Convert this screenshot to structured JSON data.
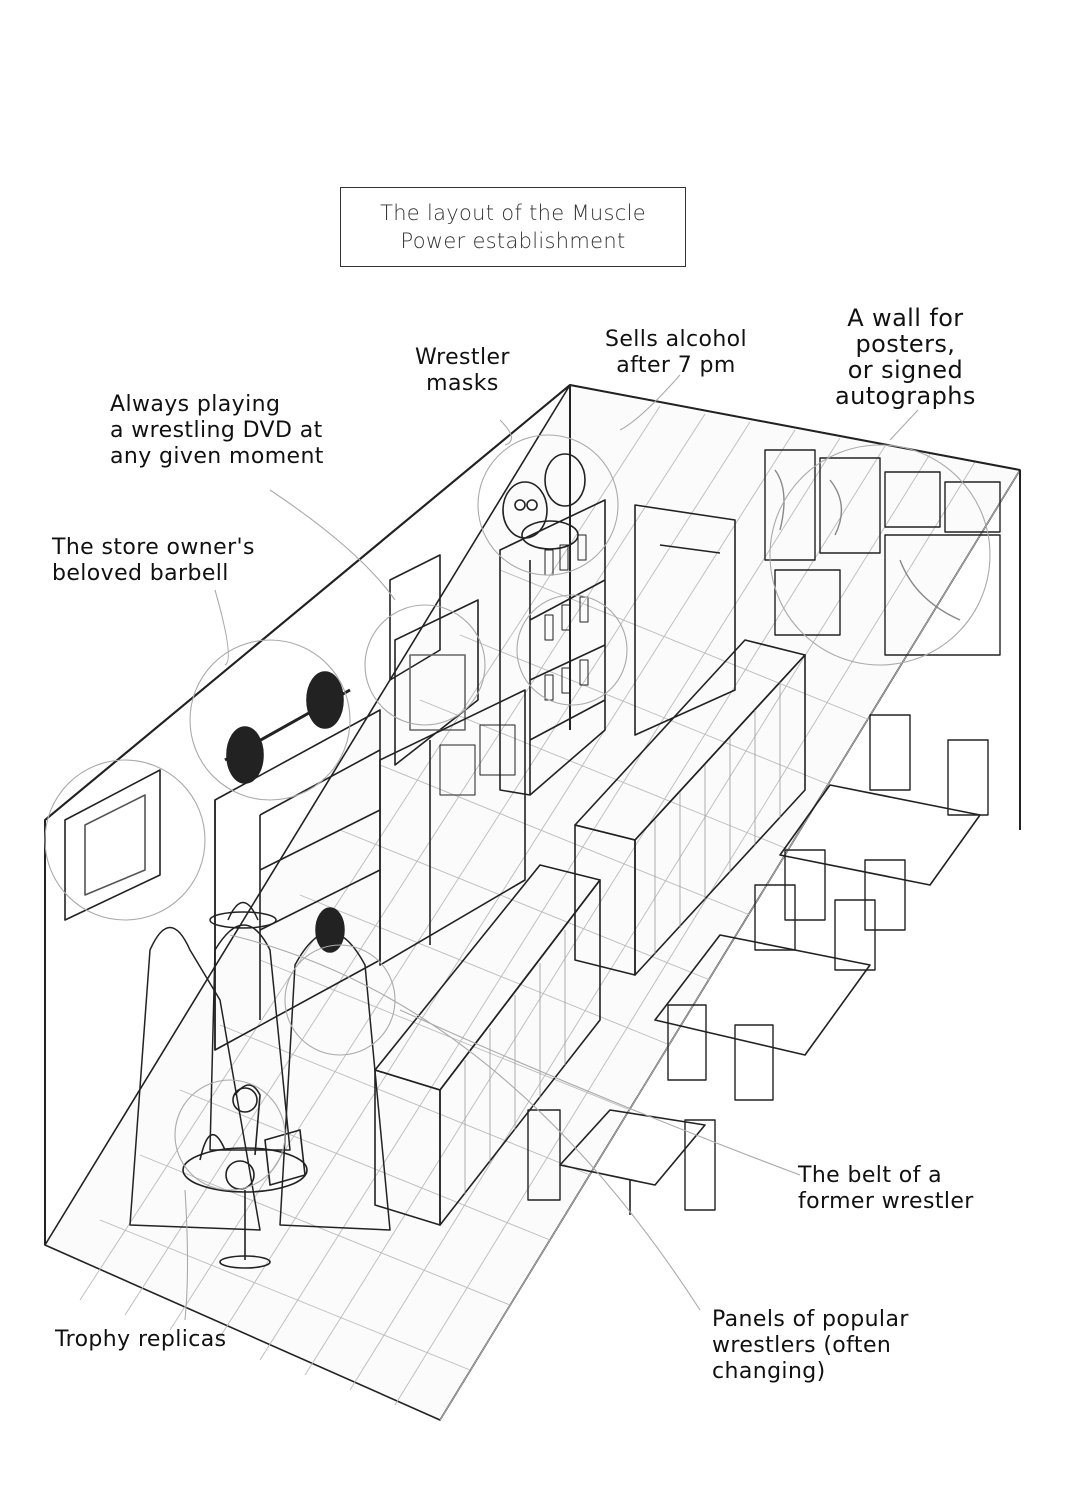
{
  "title": [
    "The layout of the Muscle",
    "Power establishment"
  ],
  "labels": {
    "dvd": [
      "Always playing",
      "a wrestling DVD at",
      "any given moment"
    ],
    "masks": [
      "Wrestler",
      "masks"
    ],
    "alcohol": [
      "Sells alcohol",
      "after 7 pm"
    ],
    "wall": [
      "A wall for",
      "posters,",
      "or signed",
      "autographs"
    ],
    "barbell": [
      "The store owner's",
      "beloved barbell"
    ],
    "belt": [
      "The belt of a",
      "former wrestler"
    ],
    "panels": [
      "Panels of popular",
      "wrestlers (often",
      "changing)"
    ],
    "trophy": [
      "Trophy replicas"
    ]
  },
  "colors": {
    "ink": "#111111",
    "line": "#333333",
    "callout": "#999999",
    "paper": "#ffffff"
  }
}
